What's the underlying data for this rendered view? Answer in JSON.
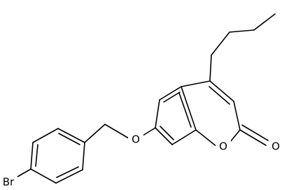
{
  "structure": {
    "atom_labels": {
      "bromine": "Br",
      "ether_oxygen": "O",
      "ring_oxygen": "O",
      "carbonyl_oxygen": "O"
    }
  },
  "colors": {
    "bond": "#000000",
    "background": "#ffffff"
  }
}
